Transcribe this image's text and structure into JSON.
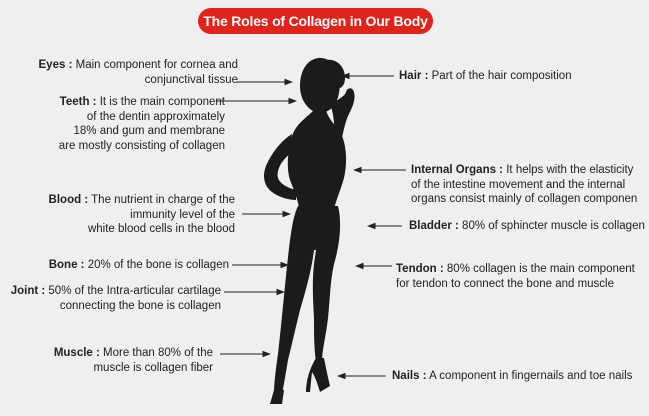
{
  "title": "The Roles of Collagen in Our Body",
  "colors": {
    "accent": "#e0241b",
    "silhouette": "#1b1b1b",
    "background": "#efefef"
  },
  "left_labels": [
    {
      "key": "eyes",
      "term": "Eyes :",
      "lines": [
        "Main component for cornea and",
        "conjunctival tissue"
      ]
    },
    {
      "key": "teeth",
      "term": "Teeth :",
      "lines": [
        "It is the main component",
        "of the dentin approximately",
        "18% and gum and membrane",
        "are mostly consisting of collagen"
      ]
    },
    {
      "key": "blood",
      "term": "Blood :",
      "lines": [
        "The nutrient in charge of the",
        "immunity level of the",
        "white blood cells in the blood"
      ]
    },
    {
      "key": "bone",
      "term": "Bone :",
      "lines": [
        "20% of the bone is collagen"
      ]
    },
    {
      "key": "joint",
      "term": "Joint :",
      "lines": [
        "50% of the Intra-articular cartilage",
        "connecting the bone is collagen"
      ]
    },
    {
      "key": "muscle",
      "term": "Muscle :",
      "lines": [
        "More than 80% of the",
        "muscle is collagen fiber"
      ]
    }
  ],
  "right_labels": [
    {
      "key": "hair",
      "term": "Hair :",
      "lines": [
        "Part of the hair composition"
      ]
    },
    {
      "key": "organs",
      "term": "Internal Organs :",
      "lines": [
        "It helps with the elasticity",
        "of  the intestine movement and the internal",
        "organs consist mainly of collagen componen"
      ]
    },
    {
      "key": "bladder",
      "term": "Bladder :",
      "lines": [
        "80% of sphincter muscle is collagen"
      ]
    },
    {
      "key": "tendon",
      "term": "Tendon :",
      "lines": [
        "80% collagen is the main component",
        "for tendon to connect the bone and muscle"
      ]
    },
    {
      "key": "nails",
      "term": "Nails :",
      "lines": [
        "A component in fingernails and toe nails"
      ]
    }
  ]
}
